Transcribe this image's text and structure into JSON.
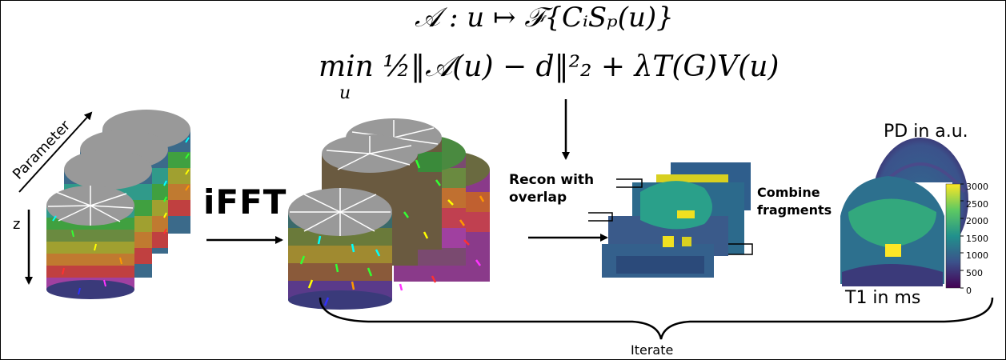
{
  "equations": {
    "operator": "𝒜 : u ↦ ℱ{CᵢSₚ(u)}",
    "minimization": "min ½‖𝒜(u) − d‖²₂ + λT(G)V(u)",
    "min_sub": "u"
  },
  "labels": {
    "parameter": "Parameter",
    "z": "z",
    "ifft": "iFFT",
    "recon": "Recon with overlap",
    "recon_line1": "Recon with",
    "recon_line2": "overlap",
    "combine_line1": "Combine",
    "combine_line2": "fragments",
    "pd": "PD in a.u.",
    "t1": "T1 in ms",
    "iterate": "Iterate"
  },
  "colorbar": {
    "ticks": [
      "3000",
      "2500",
      "2000",
      "1500",
      "1000",
      "500",
      "0"
    ],
    "colormap": "viridis"
  },
  "colors": {
    "stack_layers": [
      "#c04040",
      "#c07a30",
      "#b8a030",
      "#8aa830",
      "#40a040",
      "#309a8a"
    ],
    "spoke_colors": [
      "#ff3030",
      "#ff9900",
      "#ffff00",
      "#33ff33",
      "#00ffff",
      "#3030ff"
    ],
    "disk_gray": "#999999",
    "recon_layers": [
      "#7a6a40",
      "#6a8a40",
      "#c07030",
      "#c04050",
      "#a040a0"
    ]
  }
}
